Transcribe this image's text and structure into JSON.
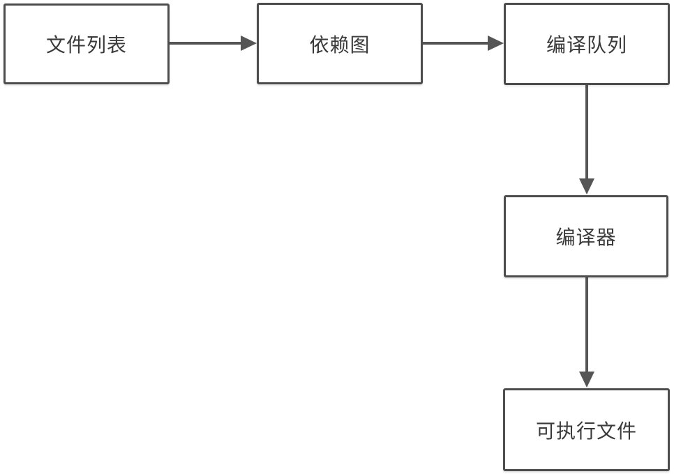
{
  "diagram": {
    "title": "compilation-pipeline-flowchart",
    "nodes": [
      {
        "id": "file-list",
        "label": "文件列表"
      },
      {
        "id": "dependency-graph",
        "label": "依赖图"
      },
      {
        "id": "compile-queue",
        "label": "编译队列"
      },
      {
        "id": "compiler",
        "label": "编译器"
      },
      {
        "id": "executable-file",
        "label": "可执行文件"
      }
    ],
    "edges": [
      {
        "from": "file-list",
        "to": "dependency-graph",
        "direction": "right"
      },
      {
        "from": "dependency-graph",
        "to": "compile-queue",
        "direction": "right"
      },
      {
        "from": "compile-queue",
        "to": "compiler",
        "direction": "down"
      },
      {
        "from": "compiler",
        "to": "executable-file",
        "direction": "down"
      }
    ],
    "colors": {
      "box_border": "#4d4d4d",
      "text": "#3a3a3a",
      "arrow": "#555555",
      "background": "#ffffff"
    }
  }
}
